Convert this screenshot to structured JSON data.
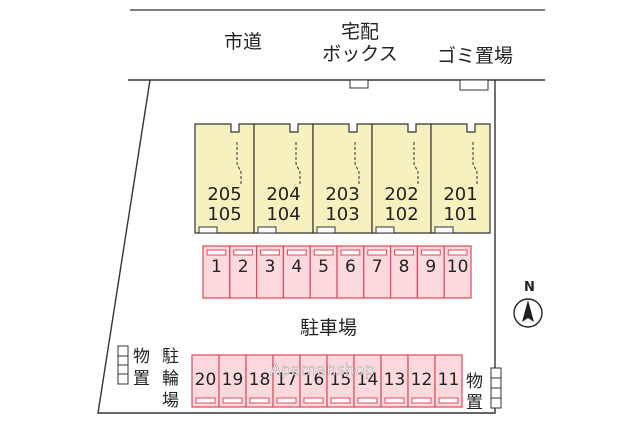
{
  "map": {
    "road_label": "市道",
    "parcel_box_label": [
      "宅配",
      "ボックス"
    ],
    "garbage_label": "ゴミ置場",
    "parking_label": "駐車場",
    "bike_parking_label": [
      "駐",
      "輪",
      "場"
    ],
    "storage_label_left": [
      "物",
      "置"
    ],
    "storage_label_right": [
      "物",
      "置"
    ],
    "compass_label": "N",
    "watermark": "Apamanshop",
    "units": [
      {
        "upper": "205",
        "lower": "105"
      },
      {
        "upper": "204",
        "lower": "104"
      },
      {
        "upper": "203",
        "lower": "103"
      },
      {
        "upper": "202",
        "lower": "102"
      },
      {
        "upper": "201",
        "lower": "101"
      }
    ],
    "parking_top": [
      "1",
      "2",
      "3",
      "4",
      "5",
      "6",
      "7",
      "8",
      "9",
      "10"
    ],
    "parking_bottom": [
      "20",
      "19",
      "18",
      "17",
      "16",
      "15",
      "14",
      "13",
      "12",
      "11"
    ]
  },
  "colors": {
    "building_fill": "#f7f0bf",
    "parking_fill": "#fbd9dd",
    "parking_stroke": "#e0485a",
    "line": "#333333"
  }
}
